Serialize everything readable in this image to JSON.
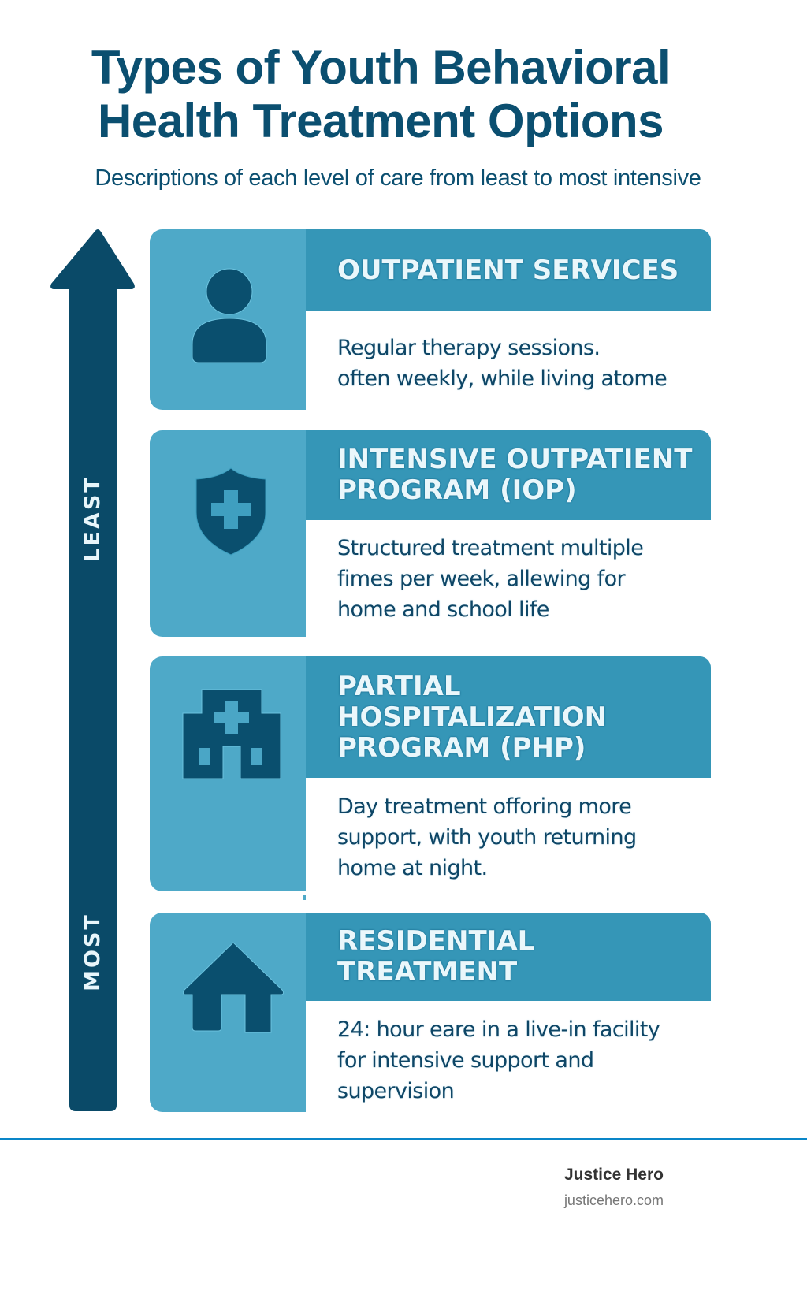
{
  "header": {
    "title_line1": "Types of Youth Behavioral",
    "title_line2": "Health Treatment Options",
    "subtitle": "Descriptions of each level of care from least to most intensive"
  },
  "scale": {
    "top_label": "LEAST",
    "bottom_label": "MOST",
    "direction": "up"
  },
  "levels": [
    {
      "title_lines": [
        "OUTPATIENT SERVICES"
      ],
      "description_lines": [
        "Regular therapy sessions.",
        "often weekly, while living atome"
      ],
      "icon": "person-icon"
    },
    {
      "title_lines": [
        "INTENSIVE OUTPATIENT",
        "PROGRAM (IOP)"
      ],
      "description_lines": [
        "Structured treatment multiple",
        "fimes per week, allewing for",
        "home and school life"
      ],
      "icon": "shield-cross-icon"
    },
    {
      "title_lines": [
        "PARTIAL",
        "HOSPITALIZATION",
        "PROGRAM (PHP)"
      ],
      "description_lines": [
        "Day treatment offoring more",
        "support, with youth returning",
        "home at night."
      ],
      "icon": "hospital-icon"
    },
    {
      "title_lines": [
        "RESIDENTIAL",
        "TREATMENT"
      ],
      "description_lines": [
        "24: hour eare in a live-in facility",
        "for intensive support and",
        "supervision"
      ],
      "icon": "house-icon"
    }
  ],
  "footer": {
    "brand_name": "Justice Hero",
    "brand_url": "justicehero.com"
  },
  "colors": {
    "title": "#0b4f70",
    "arrow": "#0a4a68",
    "icon_panel": "#4ea9c8",
    "header_band": "#3596b7",
    "icon_fill": "#0a4f6e",
    "header_text": "#eaf7fb",
    "description_text": "#0e4666",
    "footer_rule": "#0a86c8"
  }
}
